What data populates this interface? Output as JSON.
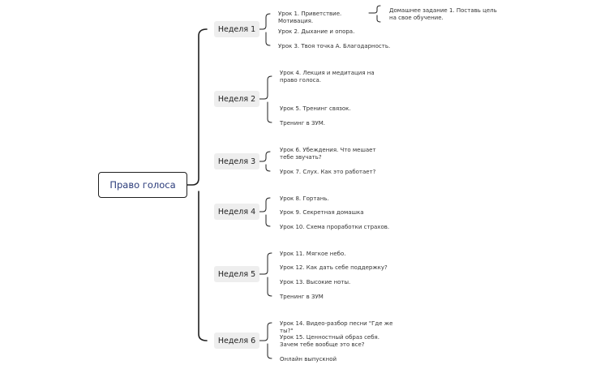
{
  "root": {
    "label": "Право голоса"
  },
  "weeks": [
    {
      "label": "Неделя 1",
      "items": [
        "Урок 1. Приветствие. Мотивация.",
        "Урок 2. Дыхание и опора.",
        "Урок 3. Твоя точка А. Благодарность."
      ]
    },
    {
      "label": "Неделя 2",
      "items": [
        "Урок 4. Лекция и медитация на право голоса.",
        "Урок 5. Тренинг связок.",
        "Тренинг в ЗУМ."
      ]
    },
    {
      "label": "Неделя 3",
      "items": [
        "Урок 6. Убеждения. Что мешает тебе звучать?",
        "Урок 7. Слух. Как это работает?"
      ]
    },
    {
      "label": "Неделя 4",
      "items": [
        "Урок 8. Гортань.",
        "Урок 9. Секретная домашка",
        "Урок 10. Схема проработки страхов."
      ]
    },
    {
      "label": "Неделя 5",
      "items": [
        "Урок 11. Мягкое небо.",
        "Урок 12. Как дать себе поддержку?",
        "Урок 13. Высокие ноты.",
        "Тренинг в ЗУМ"
      ]
    },
    {
      "label": "Неделя 6",
      "items": [
        "Урок 14. Видео-разбор песни \"Где же ты?\"",
        "Урок 15. Ценностный образ себя. Зачем тебе вообще это все?",
        "Онлайн выпускной"
      ]
    }
  ],
  "homework": {
    "label": "Домашнее задание 1. Поставь цель на свое обучение."
  }
}
